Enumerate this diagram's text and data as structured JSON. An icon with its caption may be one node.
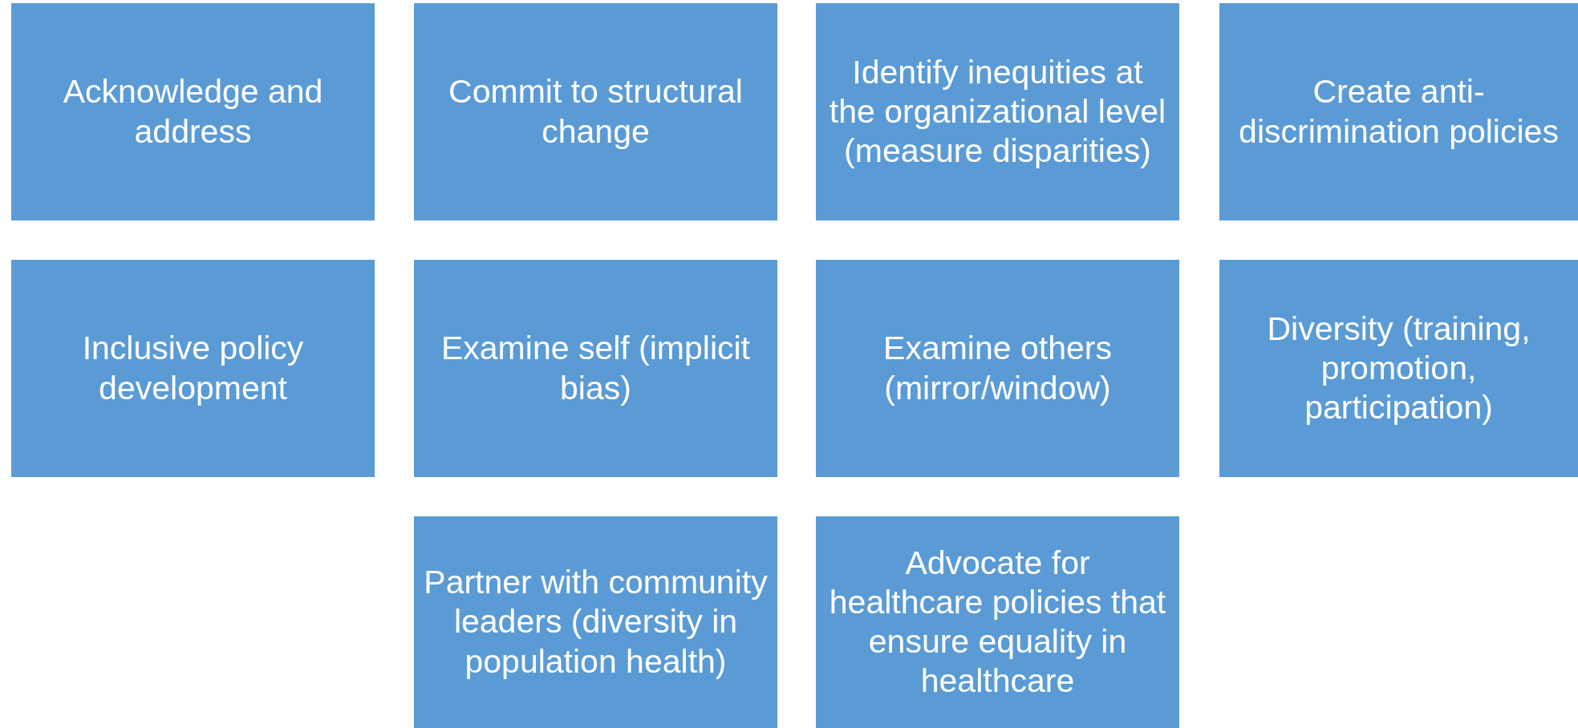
{
  "diagram": {
    "nodes": [
      {
        "text": [
          "Acknowledge and address"
        ]
      },
      {
        "text": [
          "Commit to structural change"
        ]
      },
      {
        "text": [
          "Identify inequities at the organizational level (measure disparities)"
        ]
      },
      {
        "text": [
          "Create anti-discrimination policies"
        ]
      },
      {
        "text": [
          "Inclusive policy development"
        ]
      },
      {
        "text": [
          "Examine self (implicit bias)"
        ]
      },
      {
        "text": [
          "Examine others (mirror/window)"
        ]
      },
      {
        "text": [
          "Diversity (training, promotion, participation)"
        ]
      },
      {
        "text": [
          "Partner with community leaders (diversity in population health)"
        ]
      },
      {
        "text": [
          "Advocate for healthcare policies that ensure equality in healthcare"
        ]
      }
    ]
  }
}
